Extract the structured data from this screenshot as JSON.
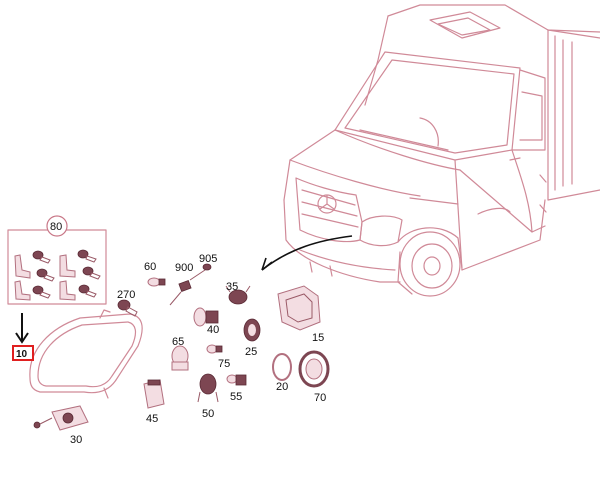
{
  "diagram": {
    "parts": [
      {
        "id": "callout-80",
        "label": "80"
      },
      {
        "id": "callout-60",
        "label": "60"
      },
      {
        "id": "callout-900",
        "label": "900"
      },
      {
        "id": "callout-905",
        "label": "905"
      },
      {
        "id": "callout-270",
        "label": "270"
      },
      {
        "id": "callout-35",
        "label": "35"
      },
      {
        "id": "callout-40",
        "label": "40"
      },
      {
        "id": "callout-65",
        "label": "65"
      },
      {
        "id": "callout-75",
        "label": "75"
      },
      {
        "id": "callout-25",
        "label": "25"
      },
      {
        "id": "callout-15",
        "label": "15"
      },
      {
        "id": "callout-20",
        "label": "20"
      },
      {
        "id": "callout-70",
        "label": "70"
      },
      {
        "id": "callout-45",
        "label": "45"
      },
      {
        "id": "callout-50",
        "label": "50"
      },
      {
        "id": "callout-55",
        "label": "55"
      },
      {
        "id": "callout-30",
        "label": "30"
      },
      {
        "id": "callout-10",
        "label": "10"
      }
    ],
    "highlight": {
      "label": "10",
      "color": "#e02020"
    },
    "colors": {
      "line": "#d08a98",
      "text": "#111111"
    }
  }
}
